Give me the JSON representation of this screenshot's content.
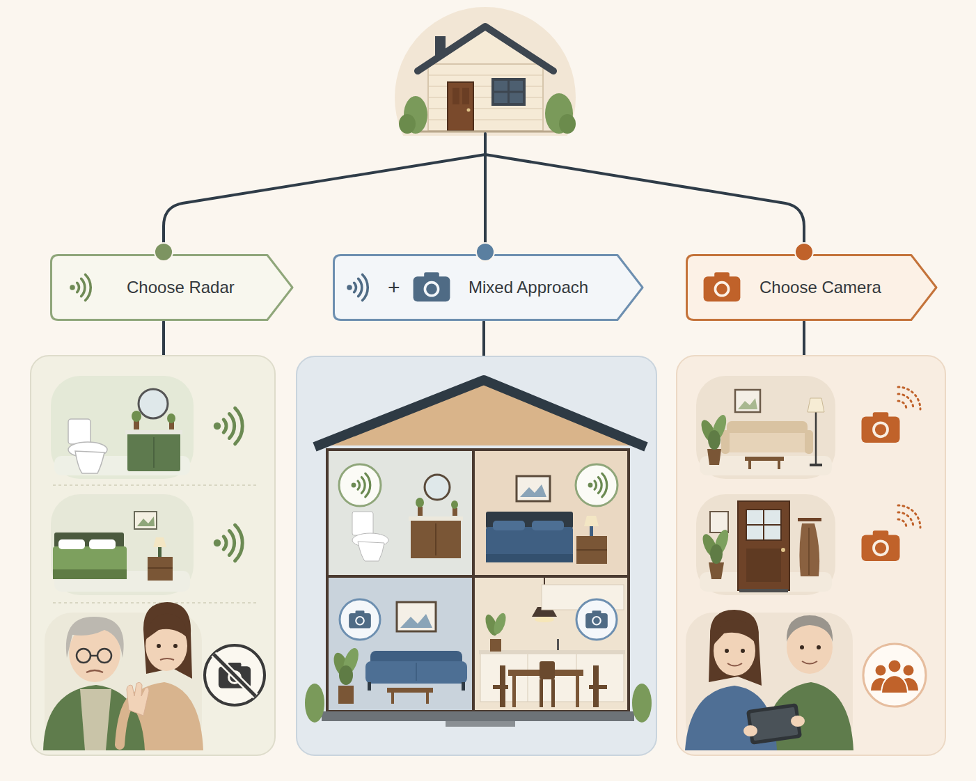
{
  "diagram": {
    "nodes": [
      {
        "text": [
          "Choose Radar"
        ]
      },
      {
        "text": [
          "+",
          "Mixed Approach"
        ]
      },
      {
        "text": [
          "Choose Camera"
        ]
      }
    ]
  }
}
